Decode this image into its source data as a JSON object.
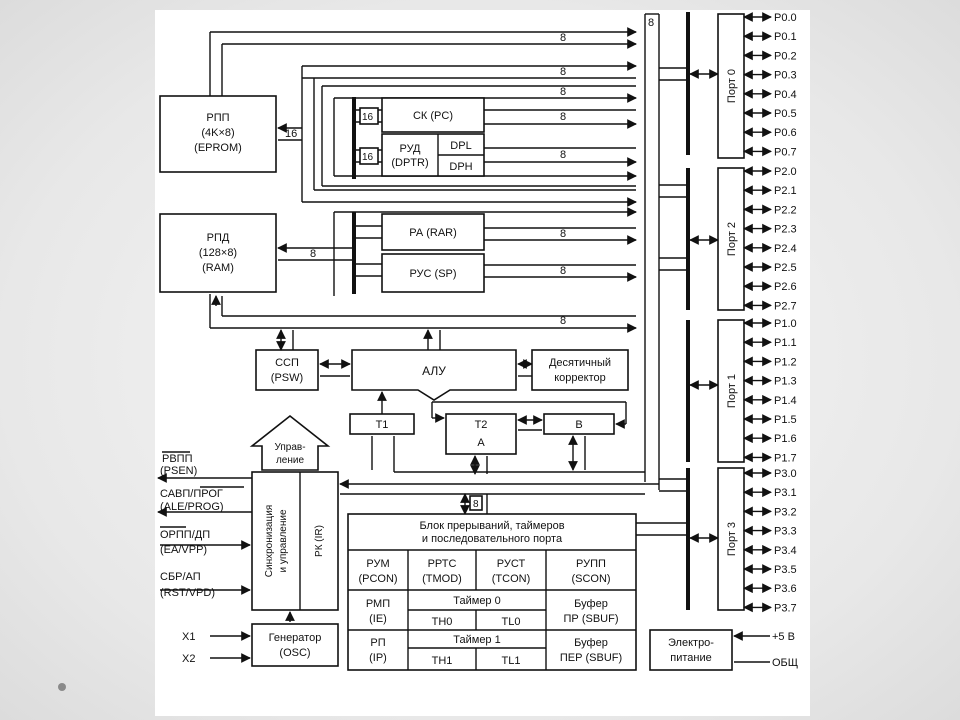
{
  "blocks": {
    "rpp": [
      "РПП",
      "(4K×8)",
      "(EPROM)"
    ],
    "rpd": [
      "РПД",
      "(128×8)",
      "(RAM)"
    ],
    "sk": "СК (PC)",
    "rud": [
      "РУД",
      "(DPTR)"
    ],
    "dpl": "DPL",
    "dph": "DPH",
    "ra": "РА (RAR)",
    "rus": "РУС (SP)",
    "ssp": [
      "ССП",
      "(PSW)"
    ],
    "alu": "АЛУ",
    "dec": [
      "Десятичный",
      "корректор"
    ],
    "t1": "T1",
    "t2": "T2",
    "a": "A",
    "b": "B",
    "control": [
      "Управ-",
      "ление"
    ],
    "sync": [
      "Синхронизация",
      "и управление"
    ],
    "rk": "РК (IR)",
    "gen": [
      "Генератор",
      "(OSC)"
    ],
    "power": [
      "Электро-",
      "питание"
    ]
  },
  "bus_labels": {
    "eight": "8",
    "sixteen": "16"
  },
  "signals": {
    "rvpp": "РВПП",
    "psen": "(PSEN)",
    "savp": "САВП/ПРОГ",
    "ale": "(ALE/PROG)",
    "orpp": "ОРПП/ДП",
    "ea": "(EA/VPP)",
    "sbr": "СБР/АП",
    "rst": "(RST/VPD)",
    "x1": "X1",
    "x2": "X2",
    "plus5": "+5 В",
    "gnd": "ОБЩ"
  },
  "interrupt_block": {
    "title": [
      "Блок прерываний, таймеров",
      "и последовательного порта"
    ],
    "rum": [
      "РУМ",
      "(PCON)"
    ],
    "rrts": [
      "РРТС",
      "(TMOD)"
    ],
    "rust": [
      "РУСТ",
      "(TCON)"
    ],
    "rupp": [
      "РУПП",
      "(SCON)"
    ],
    "rmp": [
      "РМП",
      "(IE)"
    ],
    "timer0": "Таймер 0",
    "th0": "TH0",
    "tl0": "TL0",
    "buf_pr": [
      "Буфер",
      "ПР (SBUF)"
    ],
    "rp": [
      "РП",
      "(IP)"
    ],
    "timer1": "Таймер 1",
    "th1": "TH1",
    "tl1": "TL1",
    "buf_per": [
      "Буфер",
      "ПЕР (SBUF)"
    ]
  },
  "ports": {
    "names": [
      "Порт 0",
      "Порт 2",
      "Порт 1",
      "Порт 3"
    ],
    "pins": [
      [
        "P0.0",
        "P0.1",
        "P0.2",
        "P0.3",
        "P0.4",
        "P0.5",
        "P0.6",
        "P0.7"
      ],
      [
        "P2.0",
        "P2.1",
        "P2.2",
        "P2.3",
        "P2.4",
        "P2.5",
        "P2.6",
        "P2.7"
      ],
      [
        "P1.0",
        "P1.1",
        "P1.2",
        "P1.3",
        "P1.4",
        "P1.5",
        "P1.6",
        "P1.7"
      ],
      [
        "P3.0",
        "P3.1",
        "P3.2",
        "P3.3",
        "P3.4",
        "P3.5",
        "P3.6",
        "P3.7"
      ]
    ]
  }
}
